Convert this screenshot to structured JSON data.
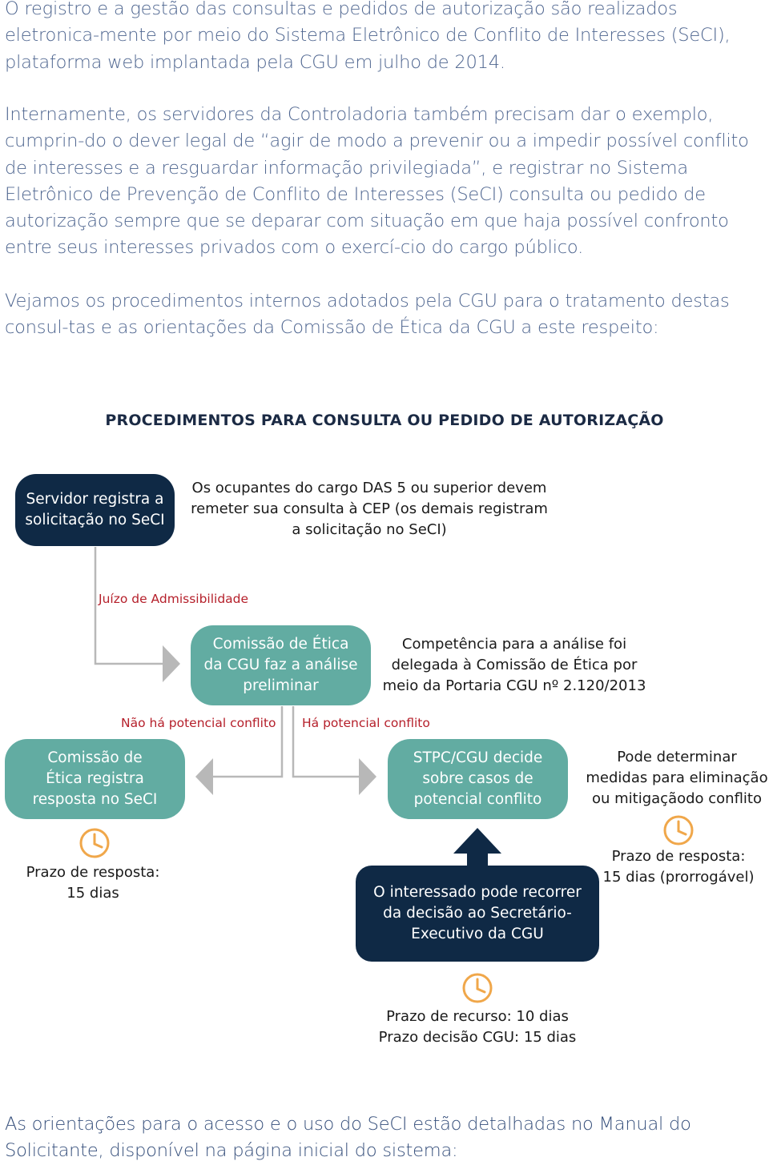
{
  "paragraphs": {
    "p1": "O registro e a gestão das consultas e pedidos de autorização são realizados eletronica-mente por meio do Sistema Eletrônico de Conflito de Interesses (SeCI), plataforma web implantada pela CGU em julho de 2014.",
    "p2": "Internamente, os servidores da Controladoria também precisam dar o exemplo, cumprin-do o dever legal de “agir de modo a prevenir ou a impedir possível conflito de interesses e a resguardar informação privilegiada”, e registrar no Sistema Eletrônico de Prevenção de Conflito de Interesses (SeCI) consulta ou pedido de autorização sempre que se deparar com situação em que haja possível confronto entre seus interesses privados com o exercí-cio do cargo público.",
    "p3": "Vejamos os procedimentos internos adotados pela CGU para o tratamento destas consul-tas e as orientações da Comissão de Ética da CGU a este respeito:",
    "p4": "As orientações para o acesso e o uso do SeCI estão detalhadas no Manual do Solicitante, disponível na página inicial do sistema:"
  },
  "diagram": {
    "title": "PROCEDIMENTOS PARA CONSULTA OU PEDIDO DE AUTORIZAÇÃO",
    "box_servidor": "Servidor registra a solicitação no SeCI",
    "note_das": "Os ocupantes do cargo DAS 5 ou superior devem remeter sua consulta à CEP (os demais registram a solicitação no SeCI)",
    "label_juizo": "Juízo de Admissibilidade",
    "box_comissao_analise": "Comissão de Ética da CGU faz a análise preliminar",
    "note_competencia": "Competência para a análise foi delegada à Comissão de Ética por meio da Portaria CGU nº 2.120/2013",
    "label_nao_ha": "Não há potencial conflito",
    "label_ha": "Há potencial conflito",
    "box_comissao_registra": "Comissão de Ética registra resposta no SeCI",
    "box_stpc": "STPC/CGU decide sobre casos de potencial conflito",
    "note_pode": "Pode determinar medidas para eliminação ou mitigaçãodo conflito",
    "prazo_left_1": "Prazo de resposta:",
    "prazo_left_2": "15 dias",
    "prazo_right_1": "Prazo de resposta:",
    "prazo_right_2": "15 dias (prorrogável)",
    "box_recorrer": "O interessado pode recorrer da decisão ao Secretário-Executivo da CGU",
    "prazo_recurso": "Prazo de recurso: 10 dias",
    "prazo_decisao": "Prazo decisão CGU: 15 dias"
  },
  "colors": {
    "text_blue": "#4f6690",
    "dark_navy": "#0f2945",
    "teal": "#62aca2",
    "red_label": "#b51f2a",
    "connector_gray": "#b8b8b8",
    "clock_orange": "#f0a74a"
  },
  "icons": [
    "clock-icon",
    "clock-icon",
    "clock-icon",
    "arrow-up-icon",
    "arrow-right-icon",
    "arrow-left-icon"
  ]
}
